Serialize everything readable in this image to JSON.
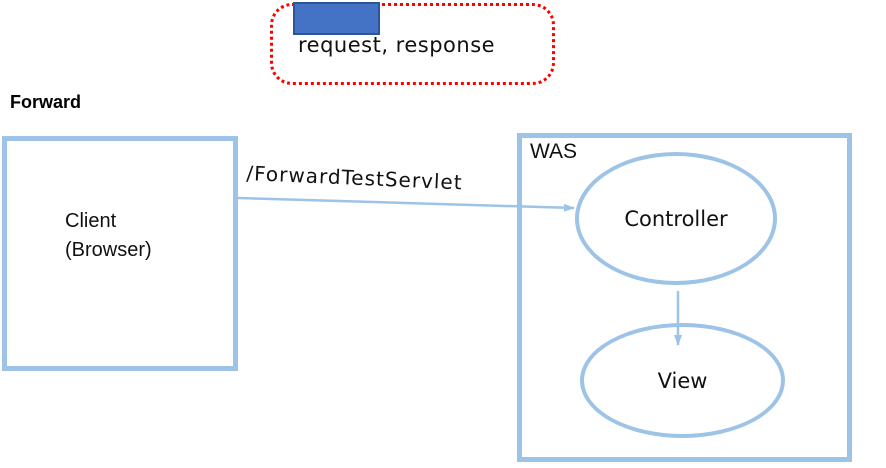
{
  "title": "Forward",
  "legend": {
    "label": "request, response"
  },
  "client_box": {
    "label_line1": "Client",
    "label_line2": "(Browser)"
  },
  "flow_arrow": {
    "label": "/ForwardTestServlet"
  },
  "was_box": {
    "label": "WAS",
    "nodes": [
      {
        "label": "Controller"
      },
      {
        "label": "View"
      }
    ]
  },
  "colors": {
    "node_border": "#9DC3E6",
    "swatch_fill": "#4472C4",
    "swatch_border": "#2E5597",
    "legend_border": "#FF0000",
    "text": "#111111"
  }
}
